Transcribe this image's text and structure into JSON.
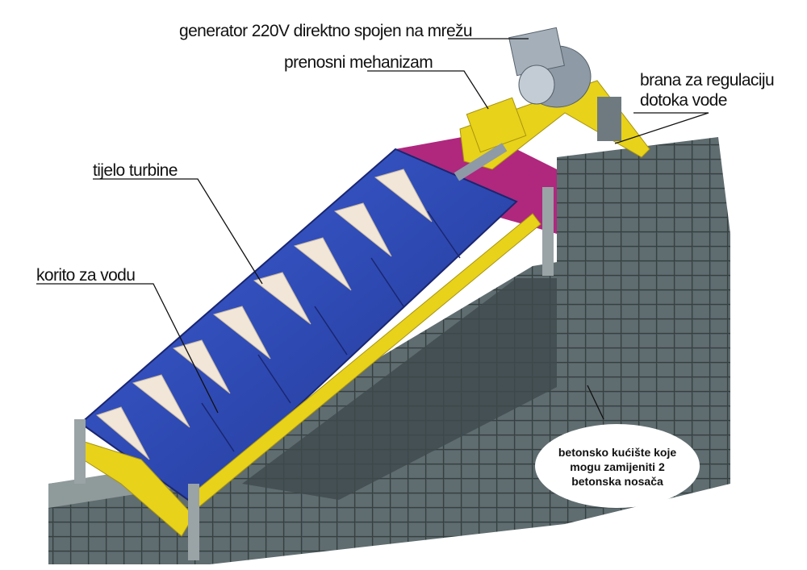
{
  "labels": {
    "generator": "generator 220V direktno spojen na mrežu",
    "transmission": "prenosni mehanizam",
    "gate_line1": "brana za regulaciju",
    "gate_line2": "dotoka vode",
    "turbine_body": "tijelo turbine",
    "trough": "korito za vodu"
  },
  "callout": {
    "line1": "betonsko kućište koje",
    "line2": "mogu zamijeniti 2",
    "line3": "betonska nosača"
  },
  "colors": {
    "concrete": "#4d5a5e",
    "trough_blue": "#2d49b8",
    "frame_yellow": "#e8d21a",
    "inlet_magenta": "#b0277e",
    "generator_grey": "#8e9aa6"
  }
}
